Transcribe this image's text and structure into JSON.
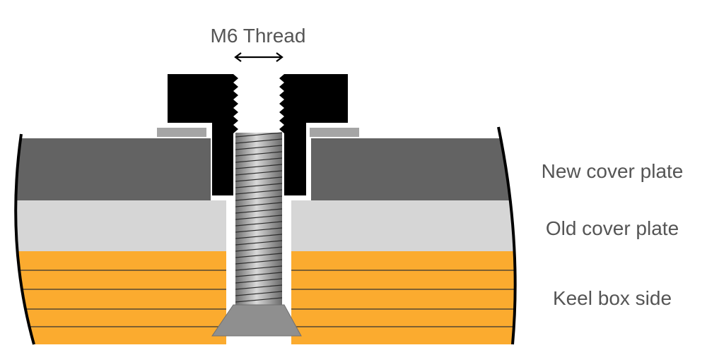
{
  "labels": {
    "thread": "M6 Thread",
    "new_plate": "New cover plate",
    "old_plate": "Old cover plate",
    "keel": "Keel box side"
  },
  "colors": {
    "new_plate": "#636363",
    "old_plate": "#d6d6d6",
    "keel": "#fbab2f",
    "nut": "#000000",
    "washer": "#a5a5a5",
    "bolt": "#9c9c9c",
    "bolt_head": "#8f8f8f",
    "label": "#555555"
  }
}
